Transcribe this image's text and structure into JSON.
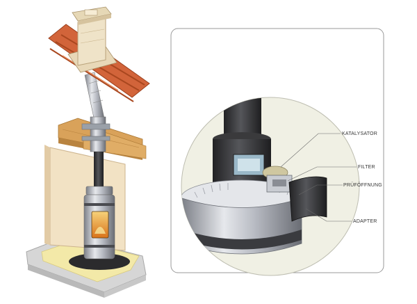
{
  "callouts": {
    "katalysator": "KATALYSATOR",
    "filter": "FILTER",
    "pruefoeffnung": "PRÜFÖFFNUNG",
    "adapter": "ADAPTER"
  },
  "colors": {
    "roof_tile": "#d2643a",
    "wood_beam": "#d9a25a",
    "wall": "#f2e2c4",
    "floor": "#f3e9a8",
    "stone_base": "#d9d9d9",
    "steel": "#b9bcc4",
    "dark_pipe": "#3a3a3c",
    "fire": "#f0b030",
    "detail_bg": "#f0f0e4",
    "panel_border": "#9a9a9a",
    "catalyst": "#cfc7a0"
  }
}
